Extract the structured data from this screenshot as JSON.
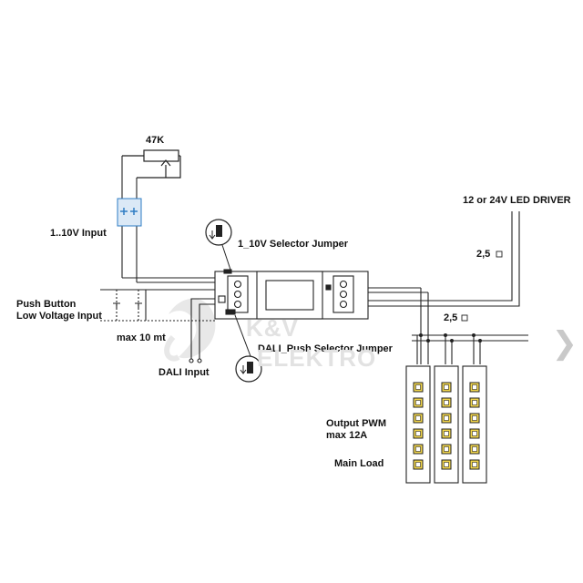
{
  "labels": {
    "potentiometer": "47K",
    "input_1_10v": "1..10V  Input",
    "selector_1_10v": "1_10V Selector Jumper",
    "push_button": "Push Button",
    "low_voltage_input": "Low Voltage Input",
    "max_distance": "max 10 mt",
    "dali_input": "DALI Input",
    "dali_push_selector": "DALI_Push  Selector Jumper",
    "driver": "12 or 24V LED DRIVER",
    "wire_section_1": "2,5",
    "wire_section_2": "2,5",
    "output": "Output PWM",
    "output_max": "max 12A",
    "main_load": "Main Load"
  },
  "watermark": {
    "line1": "K&V",
    "line2": "ELEKTRO"
  },
  "colors": {
    "line": "#222222",
    "cap_blue": "#2e7cc4",
    "led": "#f2d64b",
    "watermark": "#e2e2e2"
  },
  "icons": {
    "next": "chevron-right-icon"
  }
}
